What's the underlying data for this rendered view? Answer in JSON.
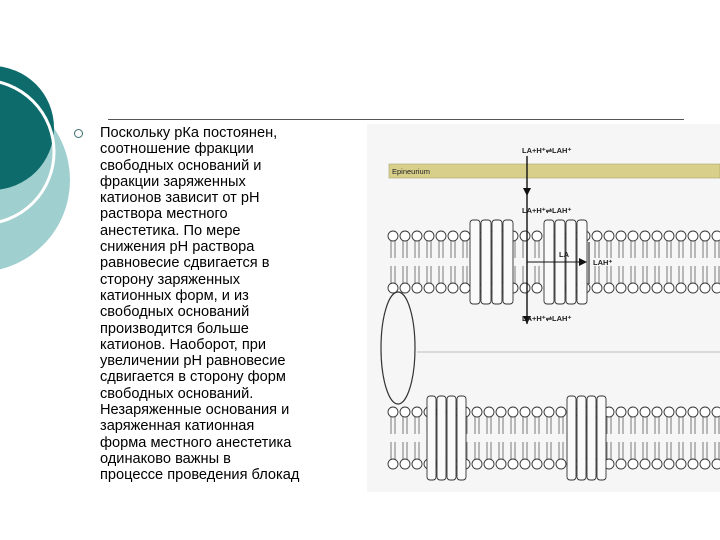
{
  "slide": {
    "paragraph": "Поскольку рКа постоянен,\nсоотношение фракции\nсвободных оснований и\nфракции заряженных\nкатионов зависит от рН\nраствора местного\nанестетика. По мере\nснижения рН раствора\nравновесие сдвигается в\nсторону заряженных\nкатионных форм, и из\nсвободных оснований\nпроизводится больше\nкатионов. Наоборот, при\nувеличении рН равновесие\nсдвигается в сторону форм\nсвободных оснований.\nНезаряженные основания и\nзаряженная катионная\nформа местного анестетика\nодинаково важны в\nпроцессе проведения блокад"
  },
  "figure": {
    "eq_top": "LA+H⁺⇌LAH⁺",
    "epineurium": "Epineurium",
    "eq_mid": "LA+H⁺⇌LAH⁺",
    "la": "LA",
    "lah": "LAH⁺",
    "eq_bottom": "LA+H⁺⇌LAH⁺"
  },
  "colors": {
    "teal_dark": "#0e6b6b",
    "teal_light": "#8fcaca",
    "epineurium": "#d8d08a"
  }
}
